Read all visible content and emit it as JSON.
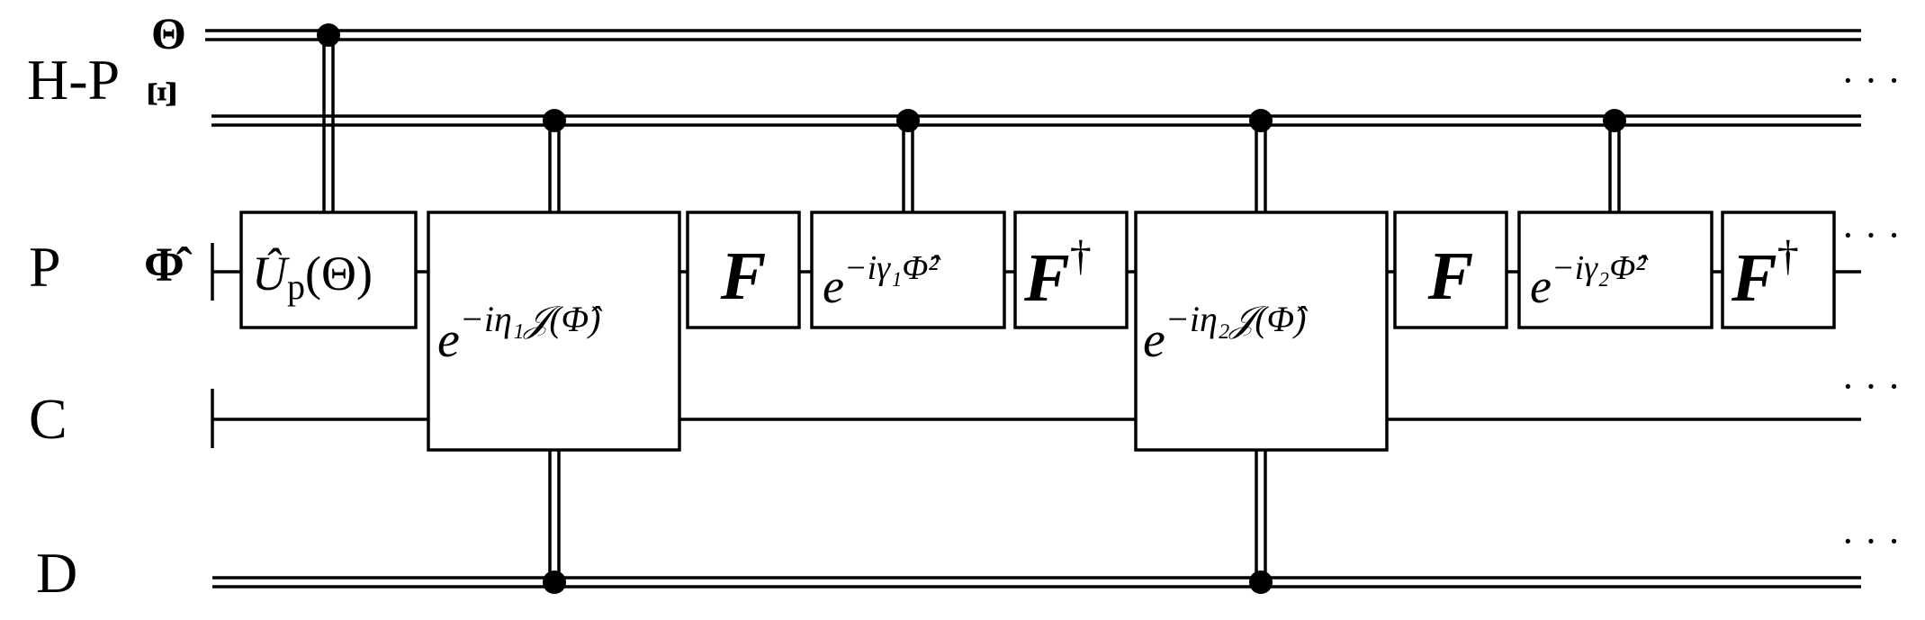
{
  "registers": {
    "hp": {
      "label": "H-P"
    },
    "theta": {
      "label": "Θ"
    },
    "xi": {
      "label": "Ξ"
    },
    "p": {
      "label": "P",
      "symbol": "Φ̂"
    },
    "c": {
      "label": "C"
    },
    "d": {
      "label": "D"
    }
  },
  "continuation": "· · ·",
  "gates": {
    "up": {
      "base": "Û",
      "sub": "p",
      "arg": "(Θ)"
    },
    "j1": {
      "base": "e",
      "sup": "−iη₁𝒥(Φ̂)"
    },
    "f1": {
      "base": "F"
    },
    "g1": {
      "base": "e",
      "sup": "−iγ₁Φ̂²"
    },
    "fd1": {
      "base": "F",
      "sup": "†"
    },
    "j2": {
      "base": "e",
      "sup": "−iη₂𝒥(Φ̂)"
    },
    "f2": {
      "base": "F"
    },
    "g2": {
      "base": "e",
      "sup": "−iγ₂Φ̂²"
    },
    "fd2": {
      "base": "F",
      "sup": "†"
    }
  },
  "colors": {
    "ink": "#000000",
    "background": "#ffffff"
  }
}
